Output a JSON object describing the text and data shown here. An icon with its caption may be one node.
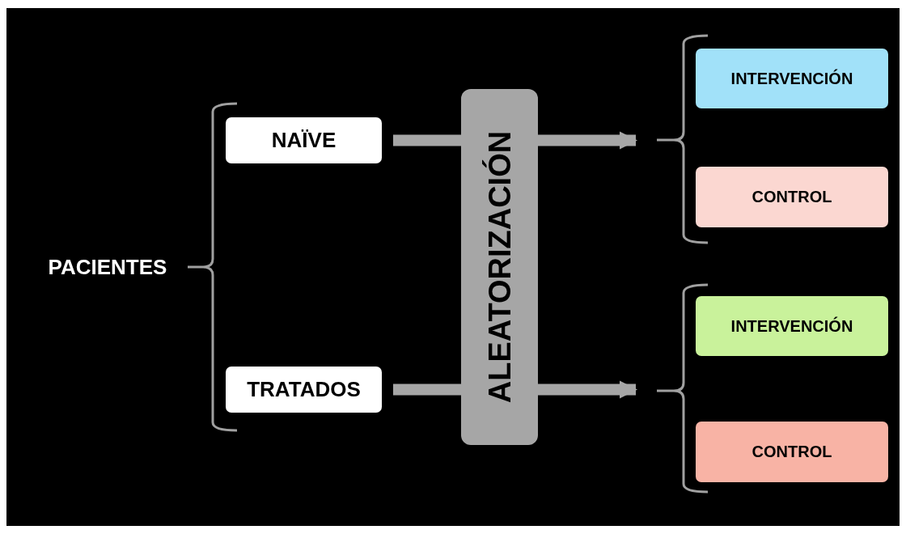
{
  "diagram": {
    "nodes": [
      {
        "text": [
          "PACIENTES"
        ]
      },
      {
        "text": [
          "NAÏVE"
        ]
      },
      {
        "text": [
          "TRATADOS"
        ]
      },
      {
        "text": [
          "ALEATORIZACIÓN"
        ]
      },
      {
        "text": [
          "INTERVENCIÓN"
        ]
      },
      {
        "text": [
          "CONTROL"
        ]
      },
      {
        "text": [
          "INTERVENCIÓN"
        ]
      },
      {
        "text": [
          "CONTROL"
        ]
      }
    ],
    "edges": [
      {
        "from": 1,
        "to": null,
        "arrow": "to"
      },
      {
        "from": 2,
        "to": null,
        "arrow": "to"
      }
    ]
  }
}
